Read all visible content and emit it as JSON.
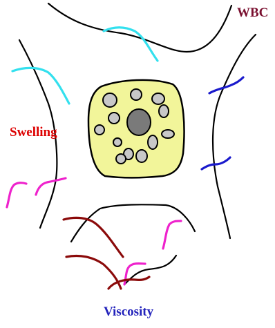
{
  "labels": {
    "wbc": "WBC",
    "swelling": "Swelling",
    "viscosity": "Viscosity"
  },
  "colors": {
    "outline": "#000000",
    "cytoplasm_outline": "#000000",
    "nucleus_fill": "#f2f59a",
    "granule_fill": "#c8c8c8",
    "nucleolus_fill": "#7a7a7a",
    "label_wbc": "#7a1030",
    "label_swelling": "#dd0000",
    "label_viscosity": "#2222bb",
    "fiber_cyan": "#33e0ee",
    "fiber_blue": "#1a1acc",
    "fiber_magenta": "#ee22cc",
    "fiber_darkred": "#8b0a0a"
  }
}
